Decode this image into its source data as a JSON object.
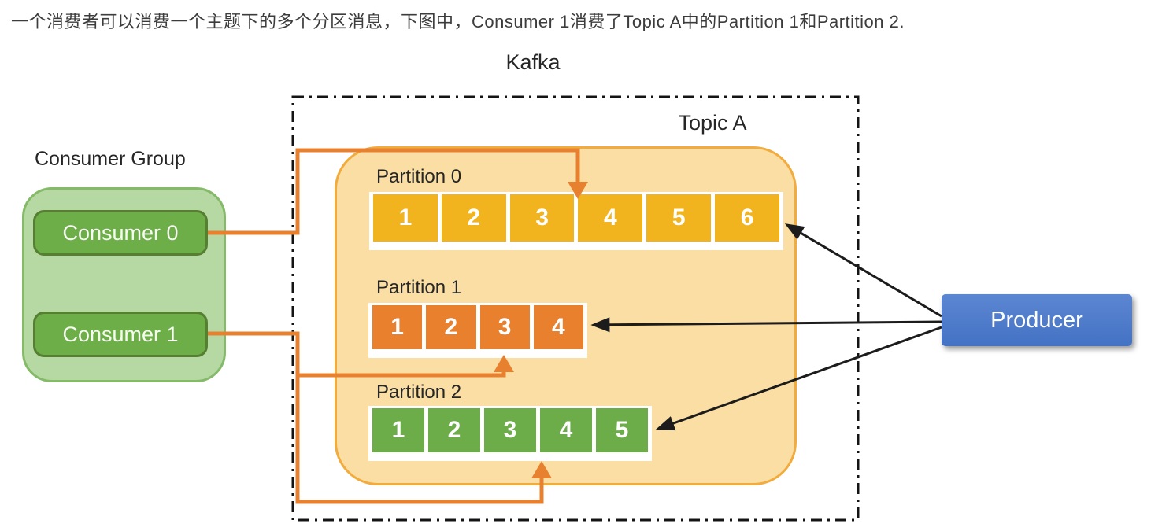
{
  "header": {
    "text": "一个消费者可以消费一个主题下的多个分区消息，下图中，Consumer 1消费了Topic A中的Partition 1和Partition 2."
  },
  "kafka": {
    "label": "Kafka"
  },
  "topic": {
    "label": "Topic A",
    "partitions": [
      {
        "label": "Partition 0",
        "color": "#F2B41E",
        "cells": [
          "1",
          "2",
          "3",
          "4",
          "5",
          "6"
        ]
      },
      {
        "label": "Partition 1",
        "color": "#E9802E",
        "cells": [
          "1",
          "2",
          "3",
          "4"
        ]
      },
      {
        "label": "Partition 2",
        "color": "#6CAD49",
        "cells": [
          "1",
          "2",
          "3",
          "4",
          "5"
        ]
      }
    ]
  },
  "consumer_group": {
    "label": "Consumer Group",
    "consumers": [
      {
        "label": "Consumer 0"
      },
      {
        "label": "Consumer 1"
      }
    ]
  },
  "producer": {
    "label": "Producer"
  },
  "colors": {
    "topic_fill": "#FBDEA4",
    "topic_border": "#F2AC3D",
    "group_fill": "#B6D9A4",
    "group_border": "#84BA68",
    "consumer_fill": "#6DAE49",
    "consumer_border": "#567F31",
    "producer_fill": "#4472C4",
    "connector_orange": "#E8812F",
    "connector_black": "#1C1C1C"
  }
}
